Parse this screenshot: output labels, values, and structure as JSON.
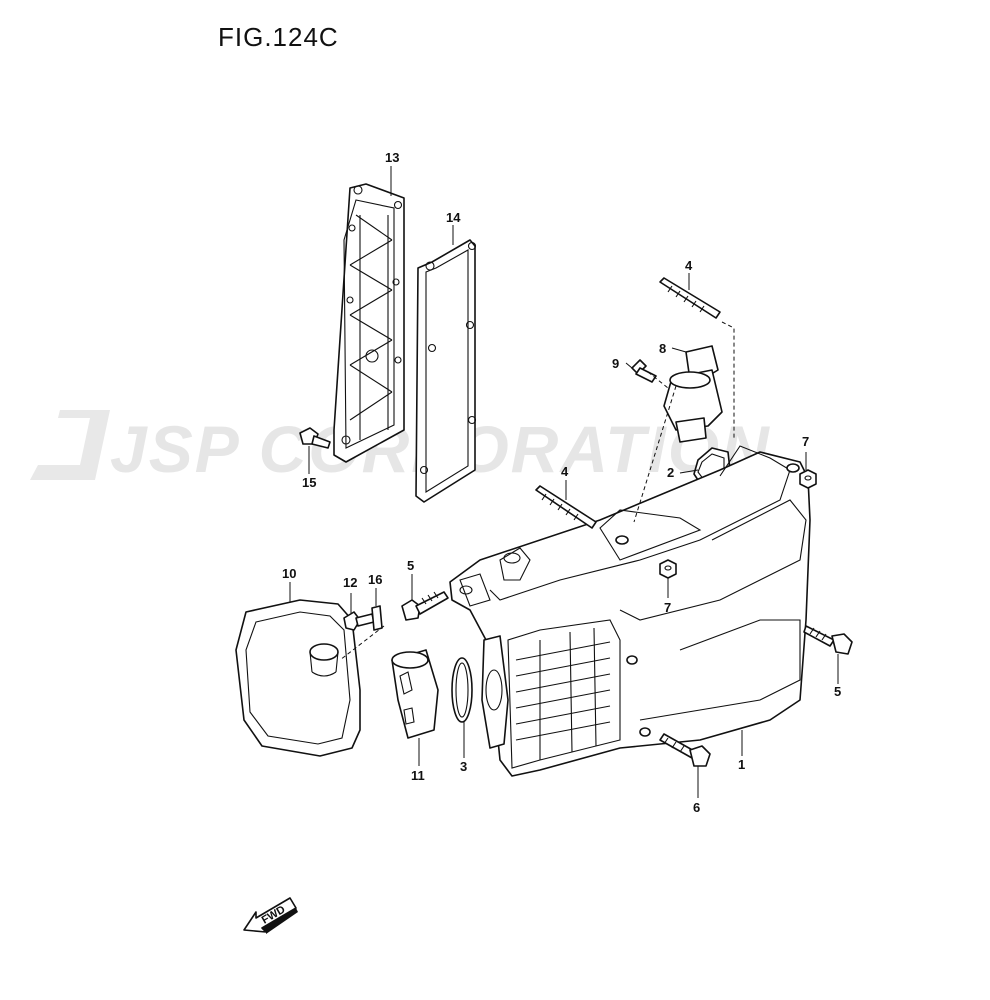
{
  "figure": {
    "title": "FIG.124C"
  },
  "watermark": {
    "text": "JSP CORPORATION"
  },
  "callouts": {
    "c1": "1",
    "c2": "2",
    "c3": "3",
    "c4a": "4",
    "c4b": "4",
    "c5a": "5",
    "c5b": "5",
    "c6": "6",
    "c7a": "7",
    "c7b": "7",
    "c8": "8",
    "c9": "9",
    "c10": "10",
    "c11": "11",
    "c12": "12",
    "c13": "13",
    "c14": "14",
    "c15": "15",
    "c16": "16"
  },
  "direction": {
    "label": "FWD"
  }
}
